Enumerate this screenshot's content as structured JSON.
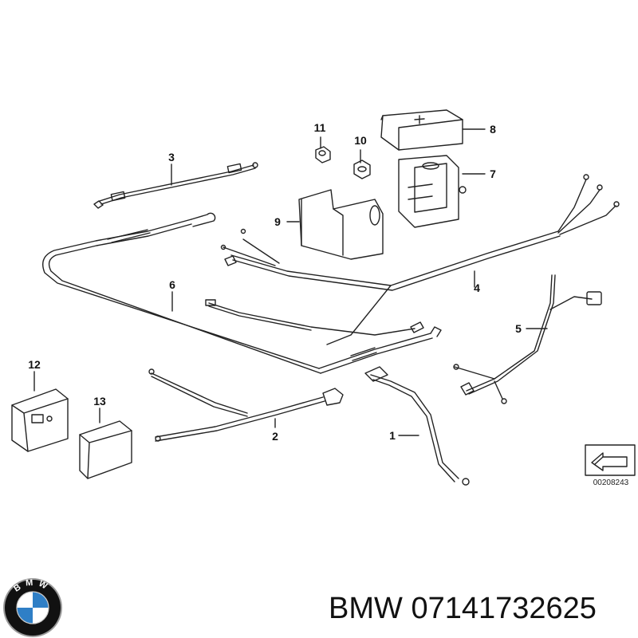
{
  "diagram": {
    "callouts": [
      {
        "id": "1",
        "label": "1"
      },
      {
        "id": "2",
        "label": "2"
      },
      {
        "id": "3",
        "label": "3"
      },
      {
        "id": "4",
        "label": "4"
      },
      {
        "id": "5",
        "label": "5"
      },
      {
        "id": "6",
        "label": "6"
      },
      {
        "id": "7",
        "label": "7"
      },
      {
        "id": "8",
        "label": "8"
      },
      {
        "id": "9",
        "label": "9"
      },
      {
        "id": "10",
        "label": "10"
      },
      {
        "id": "11",
        "label": "11"
      },
      {
        "id": "12",
        "label": "12"
      },
      {
        "id": "13",
        "label": "13"
      }
    ],
    "reference_code": "00208243"
  },
  "caption": {
    "brand": "BMW",
    "part_number": "07141732625"
  },
  "logo": {
    "letters": "BMW",
    "colors": {
      "blue": "#2f7fc6",
      "white": "#ffffff",
      "black": "#111111",
      "ring": "#9a9a9a"
    }
  },
  "colors": {
    "line": "#222222",
    "background": "#ffffff"
  }
}
